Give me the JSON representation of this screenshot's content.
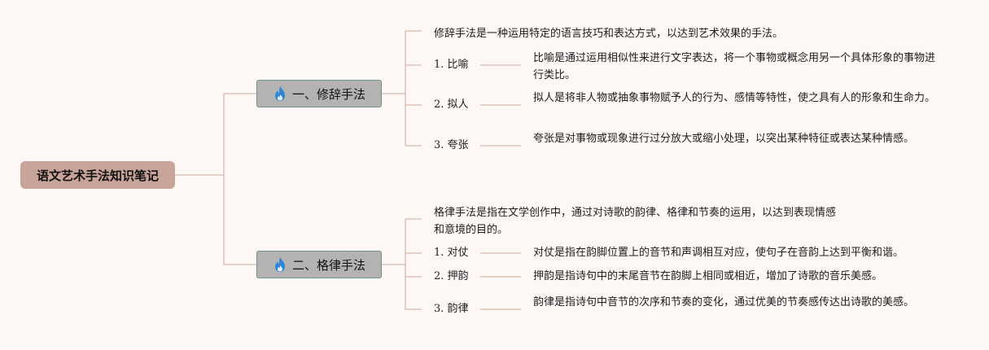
{
  "root": {
    "title": "语文艺术手法知识笔记"
  },
  "branches": [
    {
      "title": "一、修辞手法",
      "icon": "fire-icon",
      "summary": "修辞手法是一种运用特定的语言技巧和表达方式，以达到艺术效果的手法。",
      "items": [
        {
          "label": "1. 比喻",
          "desc": "比喻是通过运用相似性来进行文字表达，将一个事物或概念用另一个具体形象的事物进行类比。"
        },
        {
          "label": "2. 拟人",
          "desc": "拟人是将非人物或抽象事物赋予人的行为、感情等特性，使之具有人的形象和生命力。"
        },
        {
          "label": "3. 夸张",
          "desc": "夸张是对事物或现象进行过分放大或缩小处理，以突出某种特征或表达某种情感。"
        }
      ]
    },
    {
      "title": "二、格律手法",
      "icon": "fire-icon",
      "summary": "格律手法是指在文学创作中，通过对诗歌的韵律、格律和节奏的运用，以达到表现情感和意境的目的。",
      "items": [
        {
          "label": "1. 对仗",
          "desc": "对仗是指在韵脚位置上的音节和声调相互对应，使句子在音韵上达到平衡和谐。"
        },
        {
          "label": "2. 押韵",
          "desc": "押韵是指诗句中的末尾音节在韵脚上相同或相近，增加了诗歌的音乐美感。"
        },
        {
          "label": "3. 韵律",
          "desc": "韵律是指诗句中音节的次序和节奏的变化，通过优美的节奏感传达出诗歌的美感。"
        }
      ]
    }
  ],
  "colors": {
    "line": "#d9b8b1",
    "root_bg": "#c9a49a",
    "branch_bg": "#b5b3b1",
    "branch_border": "#6f9391",
    "fire": "#2f86d6"
  }
}
